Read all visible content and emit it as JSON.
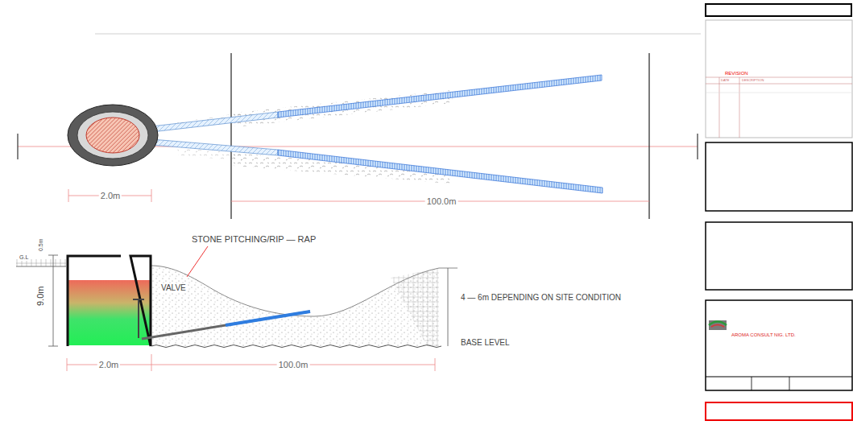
{
  "diagram": {
    "nodes": [
      {
        "text": [
          "REVISION",
          "DATE",
          "DESCRIPTION"
        ]
      },
      {
        "text": [
          "AROMA CONSULT NIG. LTD."
        ]
      }
    ],
    "labels": [
      "2.0m",
      "100.0m",
      "STONE PITCHING/RIP — RAP",
      "G.L",
      "0.5m",
      "9.0m",
      "VALVE",
      "4 — 6m DEPENDING ON SITE CONDITION",
      "BASE LEVEL",
      "2.0m",
      "100.0m"
    ]
  }
}
